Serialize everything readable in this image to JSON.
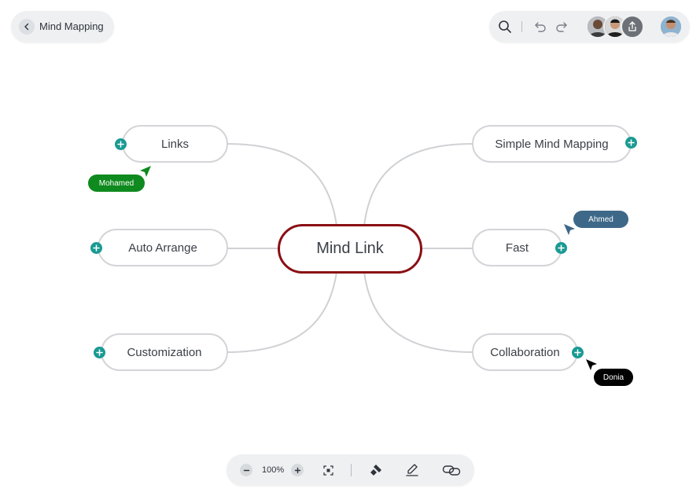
{
  "header": {
    "back_label": "Mind Mapping"
  },
  "toolbar": {
    "icons": [
      "search-icon",
      "undo-icon",
      "redo-icon",
      "share-icon"
    ],
    "collaborator_avatars": [
      "avatar-1",
      "avatar-2"
    ],
    "current_user": "user-avatar"
  },
  "mindmap": {
    "center": "Mind Link",
    "left_nodes": [
      "Links",
      "Auto Arrange",
      "Customization"
    ],
    "right_nodes": [
      "Simple Mind Mapping",
      "Fast",
      "Collaboration"
    ]
  },
  "cursors": [
    {
      "name": "Mohamed",
      "color": "#0f8a1e"
    },
    {
      "name": "Ahmed",
      "color": "#3e6888"
    },
    {
      "name": "Donia",
      "color": "#000000"
    }
  ],
  "zoom": {
    "level": "100%"
  },
  "colors": {
    "center_border": "#8a0f14",
    "add_button": "#1a9a93",
    "connector": "#cfd1d4"
  }
}
